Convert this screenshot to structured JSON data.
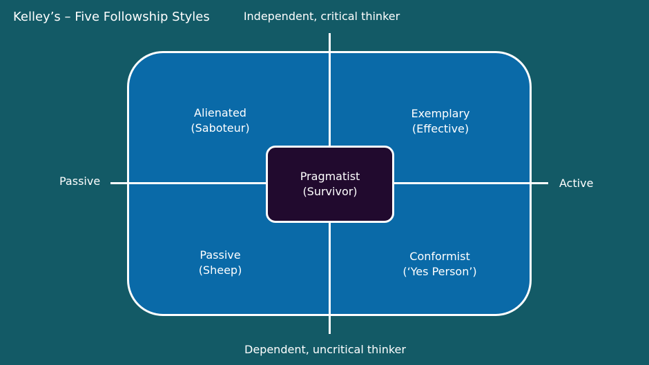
{
  "title": "Kelley’s – Five Followship Styles",
  "axes": {
    "top": "Independent, critical thinker",
    "bottom": "Dependent, uncritical thinker",
    "left": "Passive",
    "right": "Active"
  },
  "quadrants": {
    "top_left": {
      "name": "Alienated",
      "alias": "(Saboteur)"
    },
    "top_right": {
      "name": "Exemplary",
      "alias": "(Effective)"
    },
    "bottom_left": {
      "name": "Passive",
      "alias": "(Sheep)"
    },
    "bottom_right": {
      "name": "Conformist",
      "alias": "(‘Yes Person’)"
    }
  },
  "center": {
    "name": "Pragmatist",
    "alias": "(Survivor)"
  },
  "colors": {
    "background": "#135a66",
    "matrix_fill": "#0a6aa8",
    "center_fill": "#210a2e",
    "lines": "#ffffff"
  }
}
